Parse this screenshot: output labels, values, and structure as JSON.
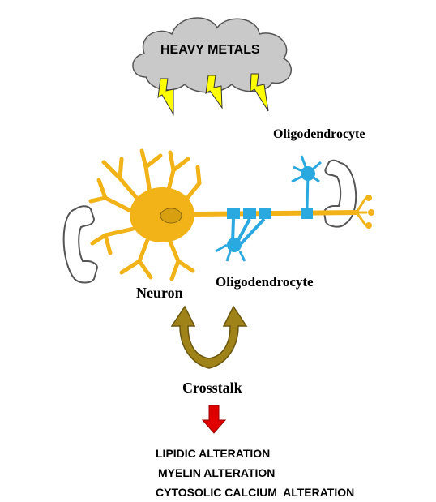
{
  "diagram": {
    "cloud_label": "HEAVY METALS",
    "oligodendrocyte_top_label": "Oligodendrocyte",
    "oligodendrocyte_bottom_label": "Oligodendrocyte",
    "neuron_label": "Neuron",
    "crosstalk_label": "Crosstalk",
    "effects": [
      "LIPIDIC ALTERATION",
      "MYELIN ALTERATION",
      "CYTOSOLIC CALCIUM  ALTERATION"
    ]
  },
  "colors": {
    "cloud_fill": "#c8c8c8",
    "lightning": "#ffff00",
    "neuron": "#f2b319",
    "oligodendrocyte": "#29a9e0",
    "crosstalk_arrow": "#a08318",
    "down_arrow": "#e00000"
  }
}
